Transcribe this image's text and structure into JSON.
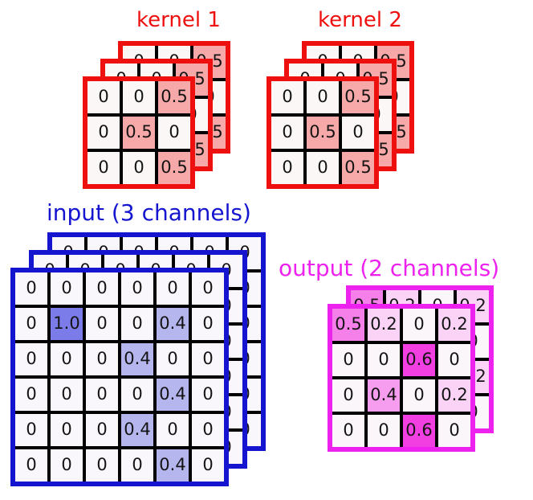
{
  "figure": {
    "kernel1": {
      "title": "kernel 1",
      "color": "#ee0f0f",
      "cell_base": "#fbf7f7",
      "channels": 3,
      "highlights": {
        "0.5": "#f7a8a8"
      },
      "grid": [
        [
          "0",
          "0",
          "0.5"
        ],
        [
          "0",
          "0.5",
          "0"
        ],
        [
          "0",
          "0",
          "0.5"
        ]
      ]
    },
    "kernel2": {
      "title": "kernel 2",
      "color": "#ee0f0f",
      "cell_base": "#fbf7f7",
      "channels": 3,
      "highlights": {
        "0.5": "#f7a8a8"
      },
      "grid": [
        [
          "0",
          "0",
          "0.5"
        ],
        [
          "0",
          "0.5",
          "0"
        ],
        [
          "0",
          "0",
          "0.5"
        ]
      ]
    },
    "input": {
      "title": "input (3 channels)",
      "color": "#1515d0",
      "cell_base": "#f9f7fb",
      "channels": 3,
      "highlights": {
        "1.0": "#7b7bea",
        "0.4": "#b6b6ef"
      },
      "grid": [
        [
          "0",
          "0",
          "0",
          "0",
          "0",
          "0"
        ],
        [
          "0",
          "1.0",
          "0",
          "0",
          "0.4",
          "0"
        ],
        [
          "0",
          "0",
          "0",
          "0.4",
          "0",
          "0"
        ],
        [
          "0",
          "0",
          "0",
          "0",
          "0.4",
          "0"
        ],
        [
          "0",
          "0",
          "0",
          "0.4",
          "0",
          "0"
        ],
        [
          "0",
          "0",
          "0",
          "0",
          "0.4",
          "0"
        ]
      ]
    },
    "output": {
      "title": "output (2 channels)",
      "color": "#ee22ee",
      "cell_base": "#fbf6fa",
      "channels": 2,
      "highlights": {
        "0.2": "#fbd3f7",
        "0.4": "#f79df0",
        "0.5": "#f580ea",
        "0.6": "#f23fe2"
      },
      "grid": [
        [
          "0.5",
          "0.2",
          "0",
          "0.2"
        ],
        [
          "0",
          "0",
          "0.6",
          "0"
        ],
        [
          "0",
          "0.4",
          "0",
          "0.2"
        ],
        [
          "0",
          "0",
          "0.6",
          "0"
        ]
      ]
    }
  }
}
